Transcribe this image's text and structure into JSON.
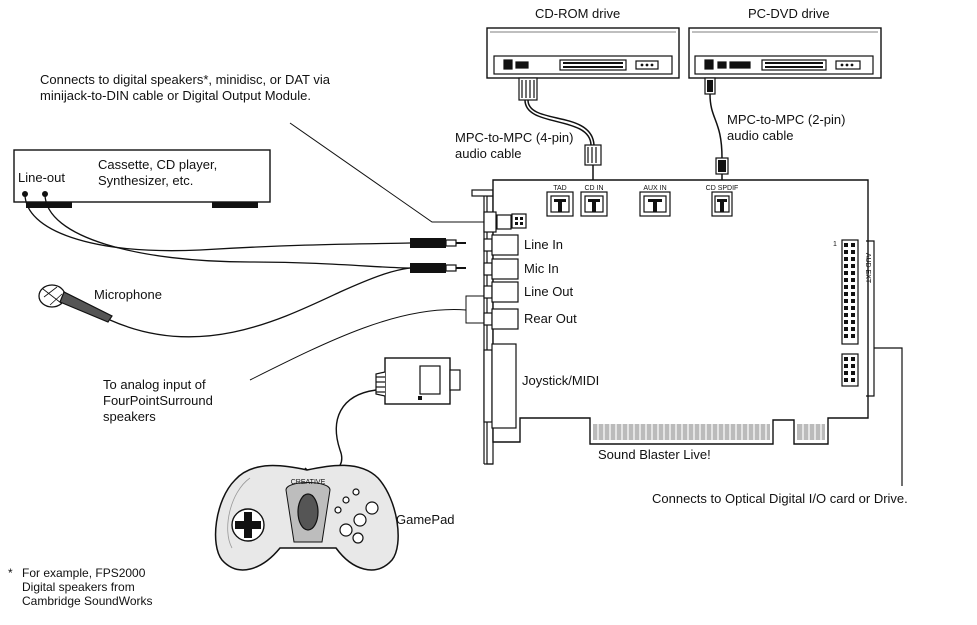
{
  "drives": {
    "cdrom_label": "CD-ROM drive",
    "pcdvd_label": "PC-DVD drive"
  },
  "notes": {
    "digital_out": "Connects to digital speakers*, minidisc, or DAT via minijack-to-DIN cable or Digital Output Module.",
    "cable_4pin": "MPC-to-MPC (4-pin) audio cable",
    "cable_2pin": "MPC-to-MPC (2-pin) audio cable",
    "analog_input": "To analog input of FourPointSurround speakers",
    "optical": "Connects to Optical Digital I/O card or Drive.",
    "footnote_mark": "*",
    "footnote": "For example, FPS2000 Digital speakers from Cambridge SoundWorks"
  },
  "source_device": {
    "lineout": "Line-out",
    "desc": "Cassette, CD player, Synthesizer, etc."
  },
  "microphone": "Microphone",
  "gamepad": "GamePad",
  "gamepad_brand": "CREATIVE",
  "card": {
    "name": "Sound Blaster Live!",
    "ports": [
      "Line In",
      "Mic In",
      "Line Out",
      "Rear Out"
    ],
    "joystick": "Joystick/MIDI",
    "headers": [
      "TAD",
      "CD IN",
      "AUX IN",
      "CD SPDIF"
    ],
    "aud_ext": "AUD EXT",
    "pin1": "1"
  }
}
